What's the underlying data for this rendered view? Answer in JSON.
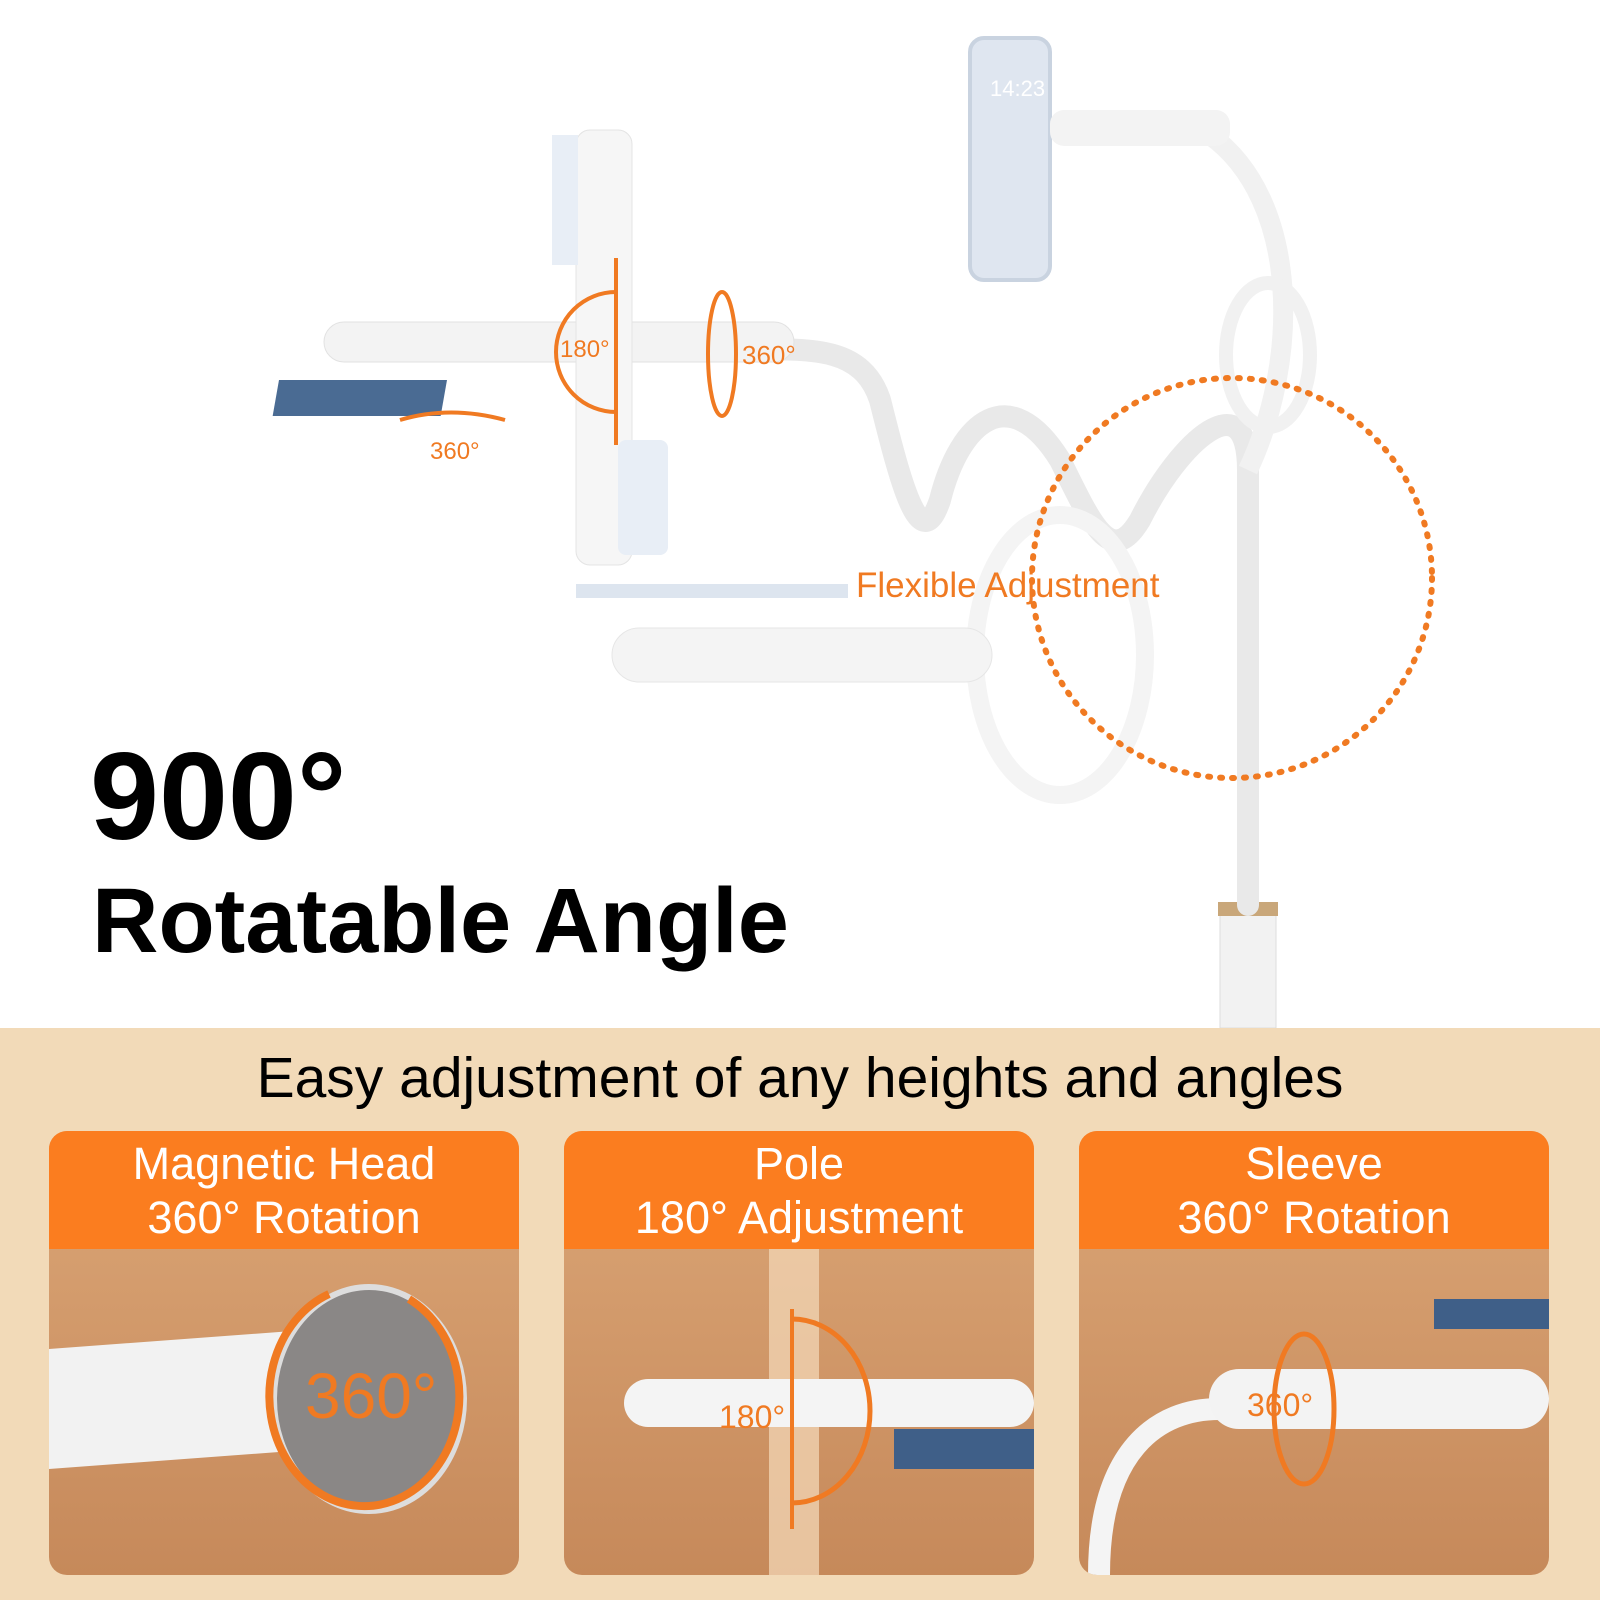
{
  "hero": {
    "line1": "900°",
    "line2": "Rotatable Angle"
  },
  "callouts": {
    "pole": "180°",
    "sleeve": "360°",
    "head": "360°",
    "flex": "Flexible Adjustment"
  },
  "phone_time": "14:23",
  "subtitle": "Easy adjustment of any heights and angles",
  "panels": [
    {
      "title1": "Magnetic Head",
      "title2": "360° Rotation",
      "label": "360°"
    },
    {
      "title1": "Pole",
      "title2": "180° Adjustment",
      "label": "180°"
    },
    {
      "title1": "Sleeve",
      "title2": "360° Rotation",
      "label": "360°"
    }
  ],
  "colors": {
    "accent": "#fb7d1f",
    "band": "#f2dab8",
    "label": "#f07a22"
  }
}
